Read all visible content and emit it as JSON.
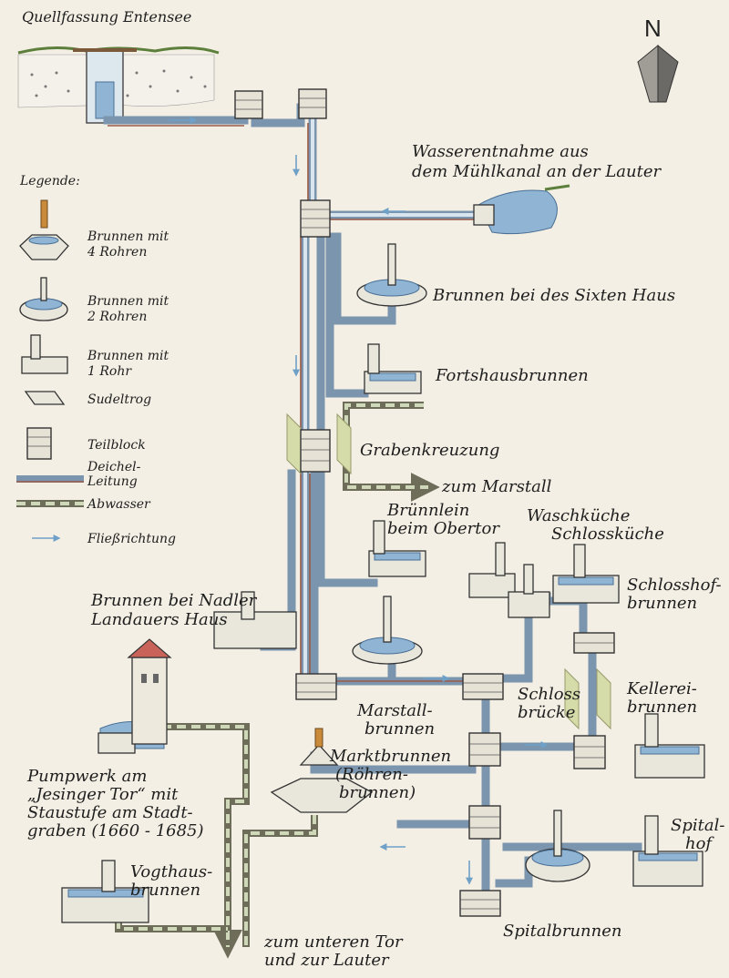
{
  "compass": {
    "letter": "N"
  },
  "legend": {
    "title": "Legende:",
    "items": [
      {
        "label_lines": [
          "Brunnen mit",
          "4 Rohren"
        ]
      },
      {
        "label_lines": [
          "Brunnen mit",
          "2 Rohren"
        ]
      },
      {
        "label_lines": [
          "Brunnen mit",
          "1 Rohr"
        ]
      },
      {
        "label_lines": [
          "Sudeltrog"
        ]
      },
      {
        "label_lines": [
          "Teilblock"
        ]
      },
      {
        "label_lines": [
          "Deichel-",
          "Leitung"
        ]
      },
      {
        "label_lines": [
          "Abwasser"
        ]
      },
      {
        "label_lines": [
          "Fließrichtung"
        ]
      }
    ]
  },
  "labels": {
    "quellfassung": [
      "Quellfassung Entensee"
    ],
    "wasserentnahme": [
      "Wasserentnahme aus",
      "dem Mühlkanal an der Lauter"
    ],
    "sixten": [
      "Brunnen bei des Sixten Haus"
    ],
    "fortshaus": [
      "Fortshausbrunnen"
    ],
    "grabenkreuzung": [
      "Grabenkreuzung"
    ],
    "zum_marstall": [
      "zum Marstall"
    ],
    "bruennlein": [
      "Brünnlein",
      "beim Obertor"
    ],
    "waschkueche": [
      "Waschküche"
    ],
    "schlosskueche": [
      "Schlossküche"
    ],
    "schlosshof": [
      "Schlosshof-",
      "brunnen"
    ],
    "nadler": [
      "Brunnen bei Nadler",
      "Landauers Haus"
    ],
    "marstallbrunnen": [
      "Marstall-",
      "brunnen"
    ],
    "schlossbruecke": [
      "Schloss",
      "brücke"
    ],
    "kellerei": [
      "Kellerei-",
      "brunnen"
    ],
    "pumpwerk": [
      "Pumpwerk am",
      "„Jesinger Tor“ mit",
      "Staustufe am Stadt-",
      "graben (1660 - 1685)"
    ],
    "marktbrunnen": [
      "Marktbrunnen",
      "(Röhren-",
      "brunnen)"
    ],
    "spitalhof": [
      "Spital-",
      "hof"
    ],
    "vogthaus": [
      "Vogthaus-",
      "brunnen"
    ],
    "zum_unteren_tor": [
      "zum unteren Tor",
      "und zur Lauter"
    ],
    "spitalbrunnen": [
      "Spitalbrunnen"
    ]
  },
  "colors": {
    "pipe": "#7a95ad",
    "pipe_wood": "#9b5a47",
    "waste": "#cfd8b8",
    "flow_arrow": "#6fa0c8",
    "water": "#8fb4d4"
  }
}
